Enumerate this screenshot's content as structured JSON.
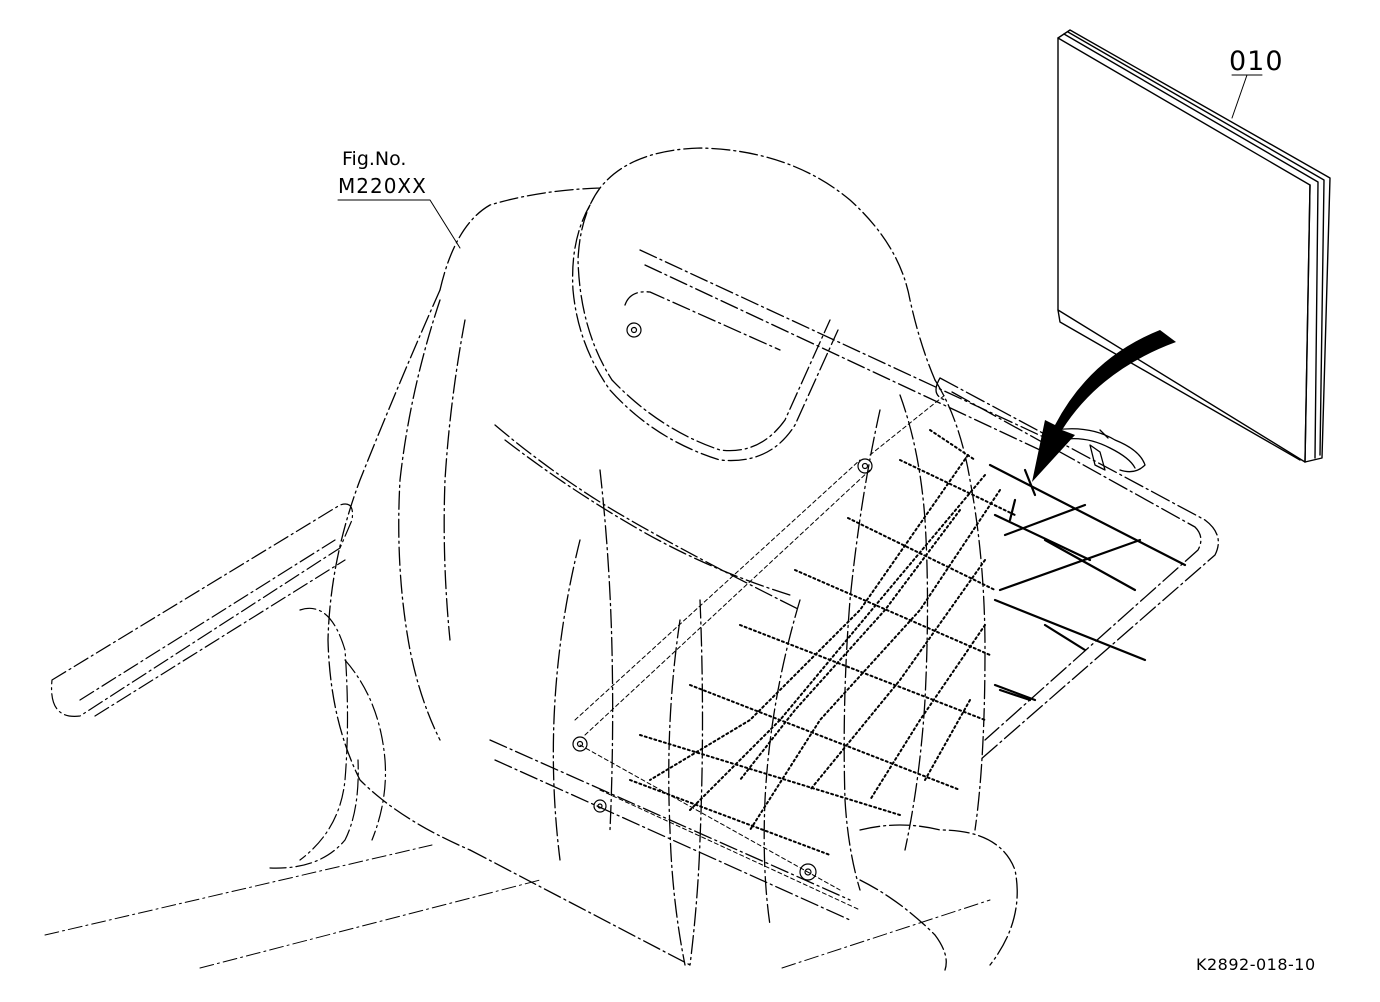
{
  "callouts": {
    "part_number": "010",
    "figure_label": "Fig.No.",
    "figure_code": "M220XX"
  },
  "drawing_id": "K2892-018-10",
  "colors": {
    "line": "#000000",
    "background": "#ffffff"
  }
}
